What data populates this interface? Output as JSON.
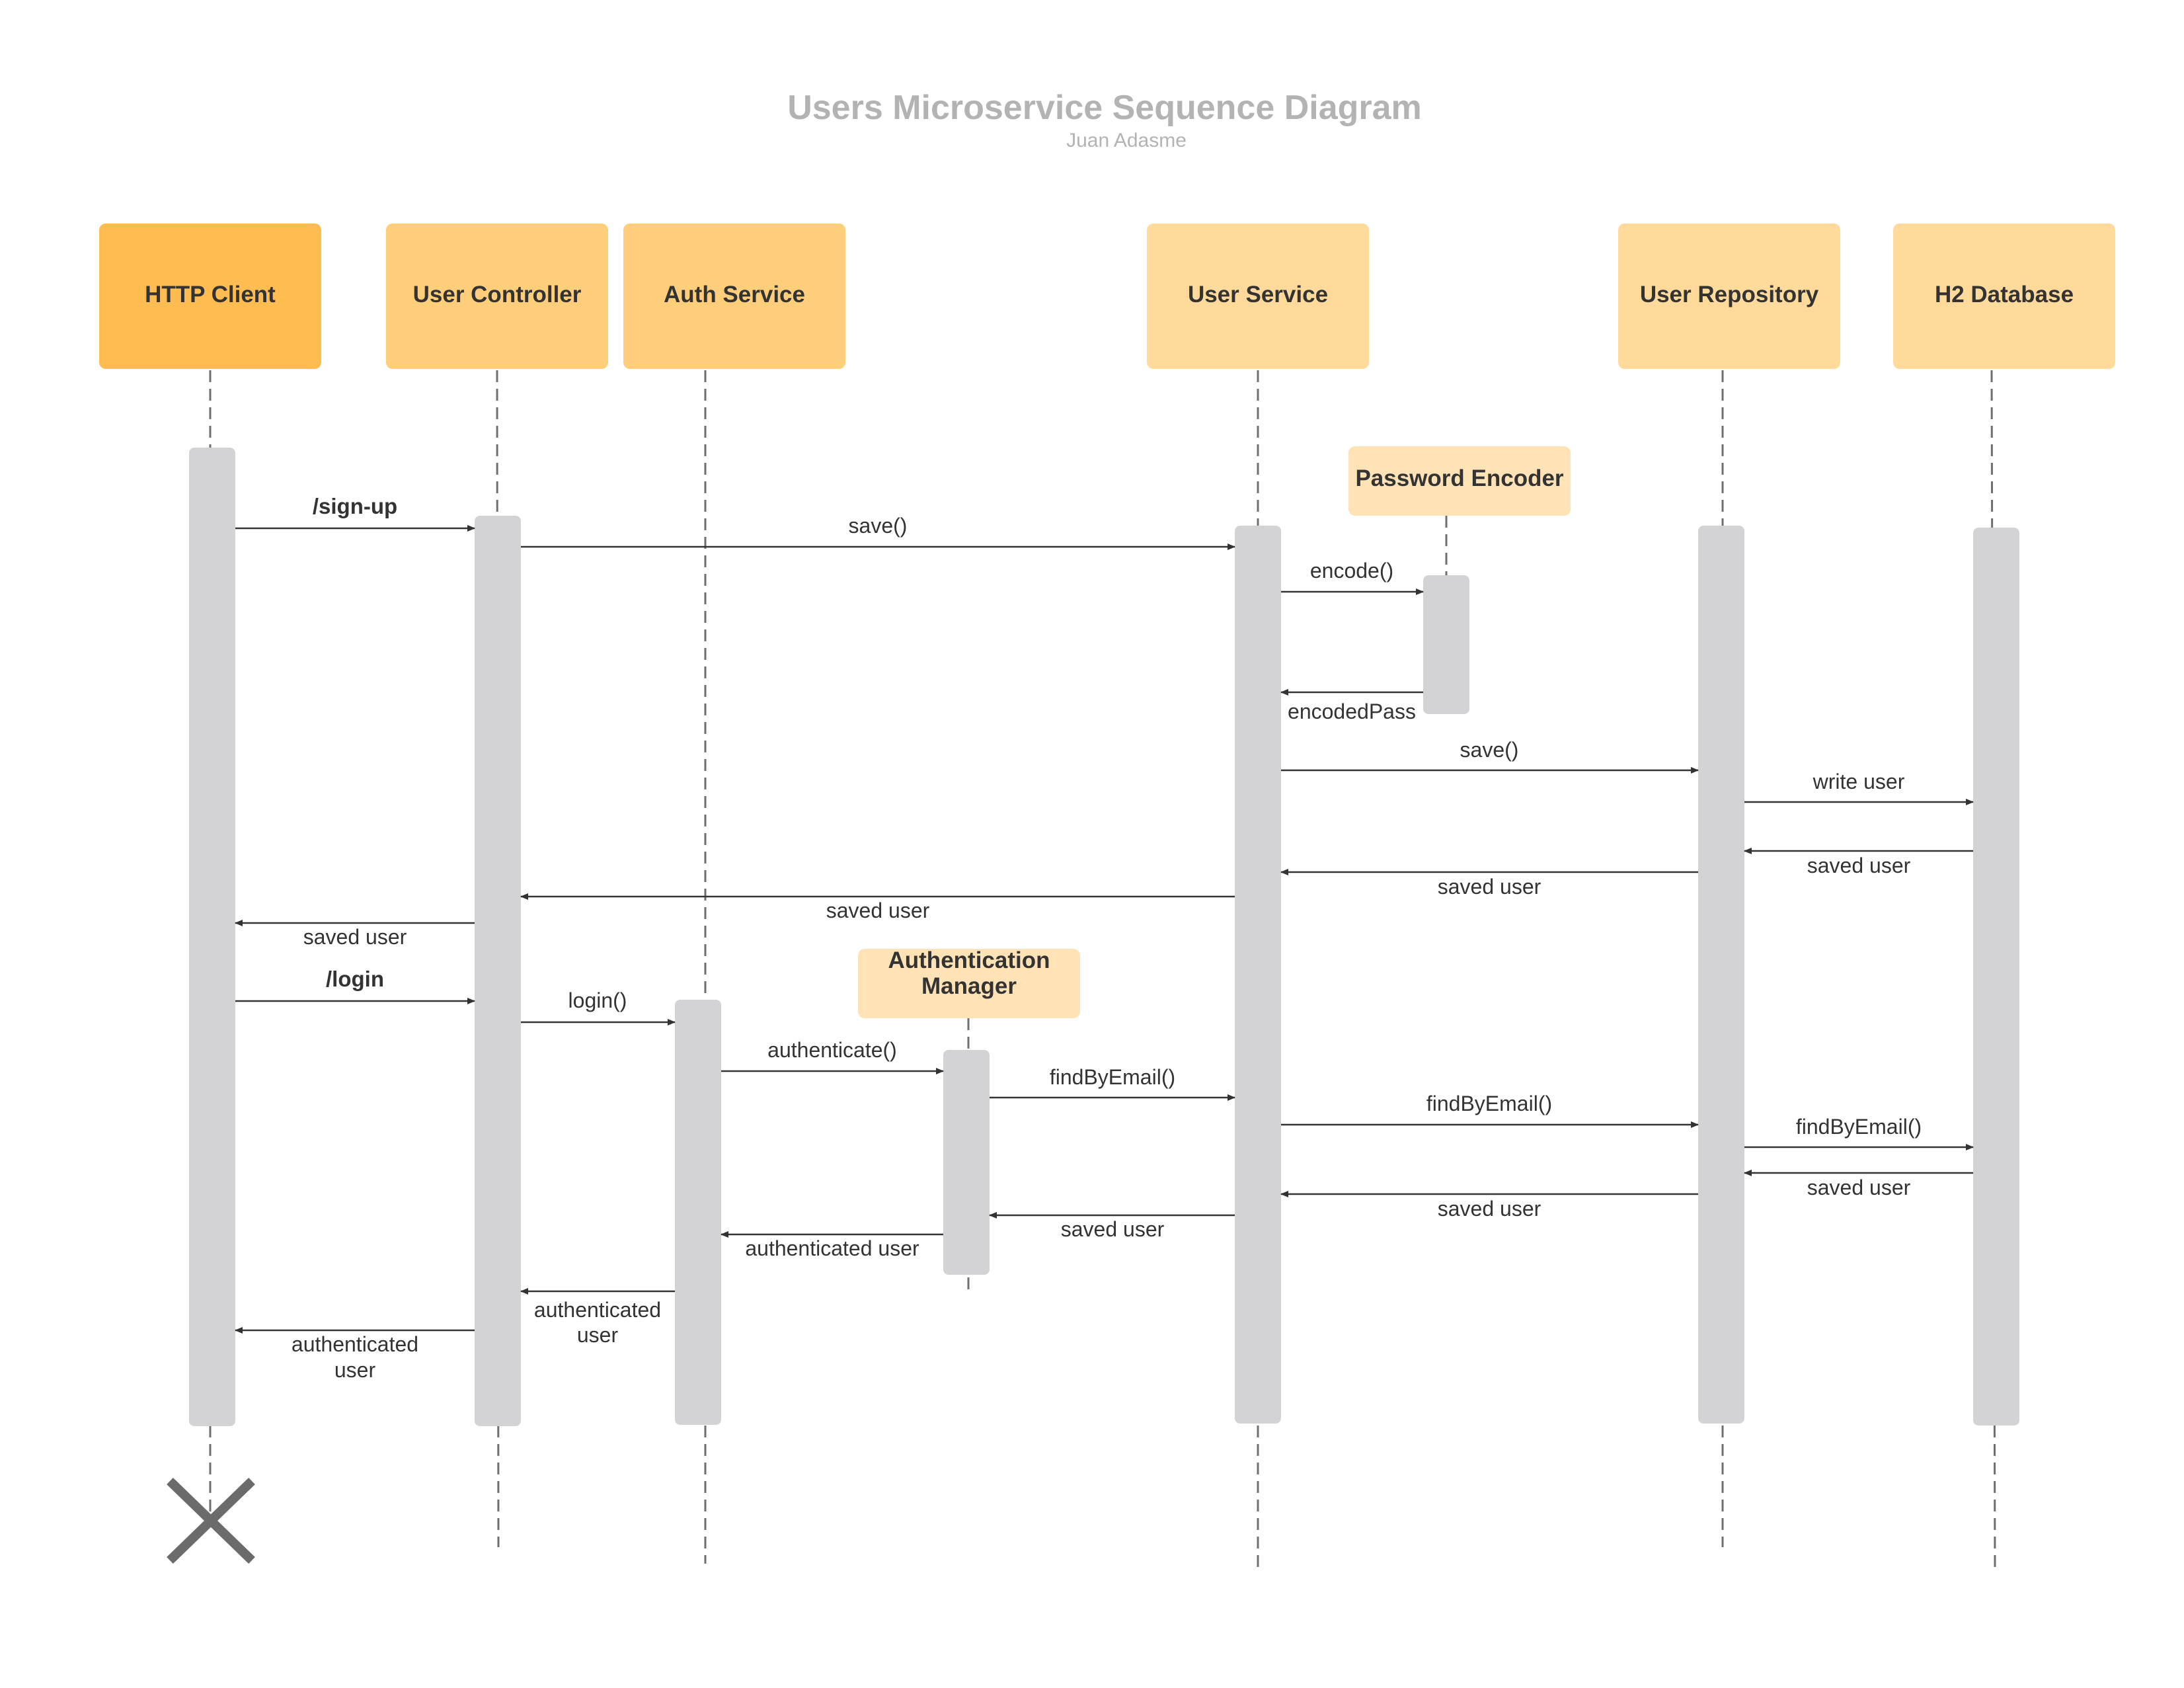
{
  "title": "Users Microservice Sequence Diagram",
  "author": "Juan Adasme",
  "colors": {
    "actor_primary": "#ffbc51",
    "actor_secondary": "#ffce7b",
    "actor_light": "#ffda9b",
    "actor_lightest": "#ffe3b6",
    "activation": "#d3d3d5",
    "line": "#333333",
    "terminator": "#6b6b6b"
  },
  "participants": {
    "http_client": "HTTP Client",
    "user_controller": "User Controller",
    "auth_service": "Auth Service",
    "user_service": "User Service",
    "user_repository": "User Repository",
    "h2_database": "H2 Database",
    "password_encoder": "Password Encoder",
    "authentication_manager_line1": "Authentication",
    "authentication_manager_line2": "Manager"
  },
  "messages": {
    "sign_up": "/sign-up",
    "controller_save": "save()",
    "encode": "encode()",
    "encoded_pass": "encodedPass",
    "service_save": "save()",
    "write_user": "write user",
    "db_saved_user": "saved user",
    "repo_saved_user": "saved user",
    "service_saved_user": "saved user",
    "controller_saved_user": "saved user",
    "login": "/login",
    "login_call": "login()",
    "authenticate": "authenticate()",
    "find_by_email_manager": "findByEmail()",
    "find_by_email_service": "findByEmail()",
    "find_by_email_repo": "findByEmail()",
    "db_saved_user_2": "saved user",
    "repo_saved_user_2": "saved user",
    "service_saved_user_2": "saved user",
    "manager_authenticated_user": "authenticated user",
    "auth_authenticated_user_line1": "authenticated",
    "auth_authenticated_user_line2": "user",
    "controller_authenticated_user_line1": "authenticated",
    "controller_authenticated_user_line2": "user"
  }
}
